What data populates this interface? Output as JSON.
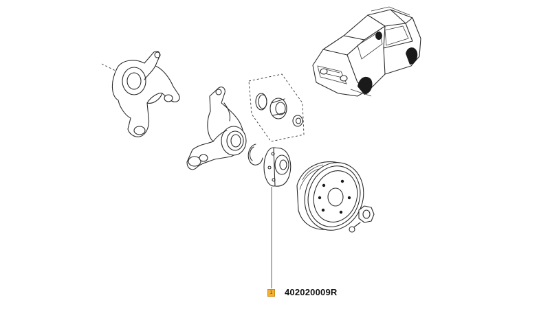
{
  "callout": {
    "part_number": "402020009R",
    "marker_text": "1",
    "marker_color": "#f2b134"
  },
  "diagram": {
    "components": [
      "steering-knuckle-left",
      "steering-knuckle-assembled",
      "bearing-kit",
      "circlip",
      "wheel-hub",
      "brake-drum",
      "hub-nut",
      "drum-screw",
      "vehicle-illustration"
    ]
  }
}
